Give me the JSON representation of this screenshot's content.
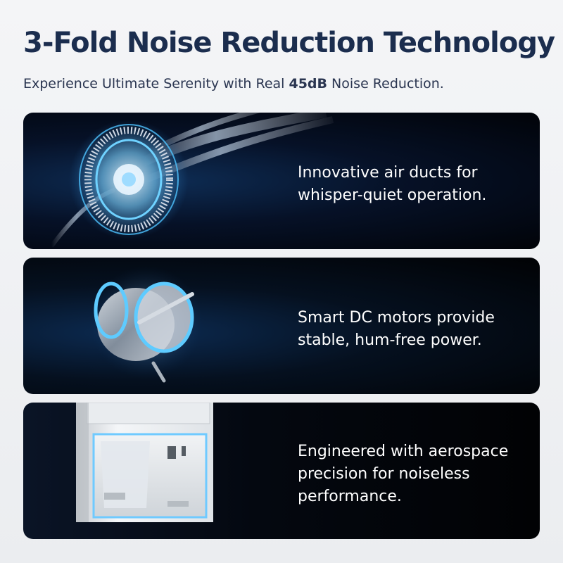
{
  "header": {
    "title": "3-Fold Noise Reduction Technology",
    "subtitle_pre": "Experience Ultimate Serenity with Real ",
    "subtitle_bold": "45dB",
    "subtitle_post": " Noise Reduction."
  },
  "features": [
    {
      "text": "Innovative air ducts for whisper-quiet operation.",
      "icon": "fan-blower-icon"
    },
    {
      "text": "Smart DC motors provide stable, hum-free power.",
      "icon": "dc-motor-icon"
    },
    {
      "text": "Engineered with aerospace precision for noiseless performance.",
      "icon": "dehumidifier-interior-image"
    }
  ],
  "colors": {
    "title": "#1b2d4e",
    "glow": "#4fc3ff",
    "card_bg": "#02060f"
  }
}
